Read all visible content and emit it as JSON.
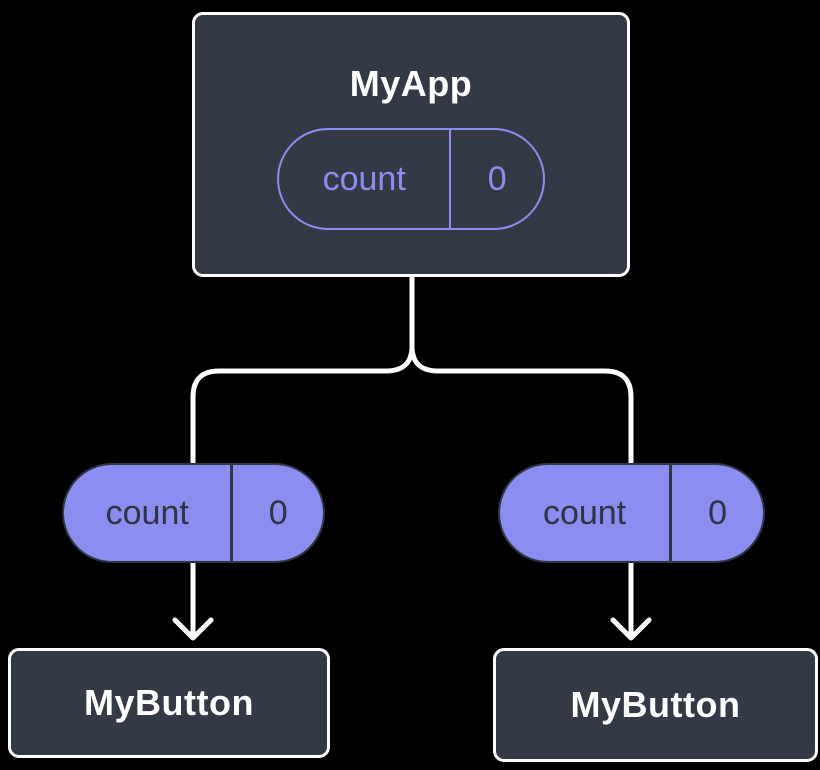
{
  "diagram": {
    "description": "Component tree diagram: parent component holding state, passing it as props to two child components",
    "background": "#000000",
    "palette": {
      "node_fill": "#333a45",
      "node_border": "#ffffff",
      "node_text": "#ffffff",
      "pill_purple": "#8b8df0",
      "pill_dark": "#2f3542",
      "connector": "#ffffff"
    },
    "root": {
      "title": "MyApp",
      "state_pill": {
        "name": "count",
        "value": "0"
      }
    },
    "children": [
      {
        "prop_pill": {
          "name": "count",
          "value": "0"
        },
        "title": "MyButton"
      },
      {
        "prop_pill": {
          "name": "count",
          "value": "0"
        },
        "title": "MyButton"
      }
    ]
  }
}
